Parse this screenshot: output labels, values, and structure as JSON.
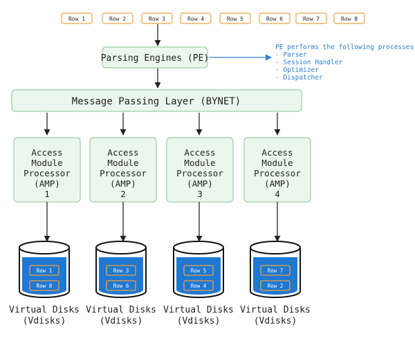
{
  "top_rows": [
    "Row 1",
    "Row 2",
    "Row 3",
    "Row 4",
    "Row 5",
    "Row 6",
    "Row 7",
    "Row 8"
  ],
  "pe": {
    "label": "Parsing Engines (PE)"
  },
  "pe_note": {
    "title": "PE performs the following processes:",
    "items": [
      "- Parser",
      "- Session Handler",
      "- Optimizer",
      "- Dispatcher"
    ]
  },
  "bynet": {
    "label": "Message Passing Layer (BYNET)"
  },
  "amps": [
    {
      "lines": [
        "Access",
        "Module",
        "Processor",
        "(AMP)",
        "1"
      ]
    },
    {
      "lines": [
        "Access",
        "Module",
        "Processor",
        "(AMP)",
        "2"
      ]
    },
    {
      "lines": [
        "Access",
        "Module",
        "Processor",
        "(AMP)",
        "3"
      ]
    },
    {
      "lines": [
        "Access",
        "Module",
        "Processor",
        "(AMP)",
        "4"
      ]
    }
  ],
  "disks": [
    {
      "rows": [
        "Row 1",
        "Row 8"
      ],
      "label": [
        "Virtual Disks",
        "(Vdisks)"
      ]
    },
    {
      "rows": [
        "Row 3",
        "Row 6"
      ],
      "label": [
        "Virtual Disks",
        "(Vdisks)"
      ]
    },
    {
      "rows": [
        "Row 5",
        "Row 4"
      ],
      "label": [
        "Virtual Disks",
        "(Vdisks)"
      ]
    },
    {
      "rows": [
        "Row 7",
        "Row 2"
      ],
      "label": [
        "Virtual Disks",
        "(Vdisks)"
      ]
    }
  ],
  "colors": {
    "box_fill": "#ebf7ec",
    "box_stroke": "#9fcca5",
    "row_stroke": "#f0a040",
    "disk_blue": "#1f78d1",
    "note_text": "#2f7dd3",
    "arrow_blue": "#2f7dd3",
    "text": "#222222"
  }
}
